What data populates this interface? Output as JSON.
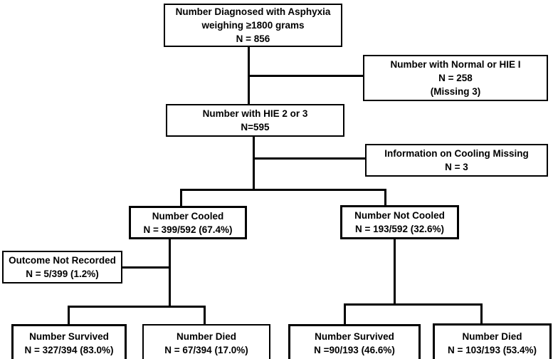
{
  "flowchart": {
    "title": "Asphyxia cooling outcome flow diagram",
    "colors": {
      "background": "#ffffff",
      "box_border": "#000000",
      "connector": "#000000",
      "text": "#000000"
    },
    "boxes": [
      {
        "id": "diagnosed",
        "lines": [
          "Number Diagnosed with Asphyxia",
          "weighing ≥1800 grams",
          "N = 856"
        ]
      },
      {
        "id": "normal-or-hie1",
        "lines": [
          "Number with Normal or HIE I",
          "N = 258",
          "(Missing 3)"
        ]
      },
      {
        "id": "hie-2-or-3",
        "lines": [
          "Number with HIE 2 or 3",
          "N=595"
        ]
      },
      {
        "id": "cooling-missing",
        "lines": [
          "Information on Cooling Missing",
          "N = 3"
        ]
      },
      {
        "id": "cooled",
        "lines": [
          "Number Cooled",
          "N = 399/592 (67.4%)"
        ]
      },
      {
        "id": "not-cooled",
        "lines": [
          "Number Not Cooled",
          "N = 193/592 (32.6%)"
        ]
      },
      {
        "id": "outcome-not-recorded",
        "lines": [
          "Outcome Not Recorded",
          "N = 5/399 (1.2%)"
        ]
      },
      {
        "id": "cooled-survived",
        "lines": [
          "Number Survived",
          "N = 327/394 (83.0%)"
        ]
      },
      {
        "id": "cooled-died",
        "lines": [
          "Number Died",
          "N = 67/394 (17.0%)"
        ]
      },
      {
        "id": "not-cooled-survived",
        "lines": [
          "Number Survived",
          "N =90/193 (46.6%)"
        ]
      },
      {
        "id": "not-cooled-died",
        "lines": [
          "Number Died",
          "N = 103/193 (53.4%)"
        ]
      }
    ]
  }
}
